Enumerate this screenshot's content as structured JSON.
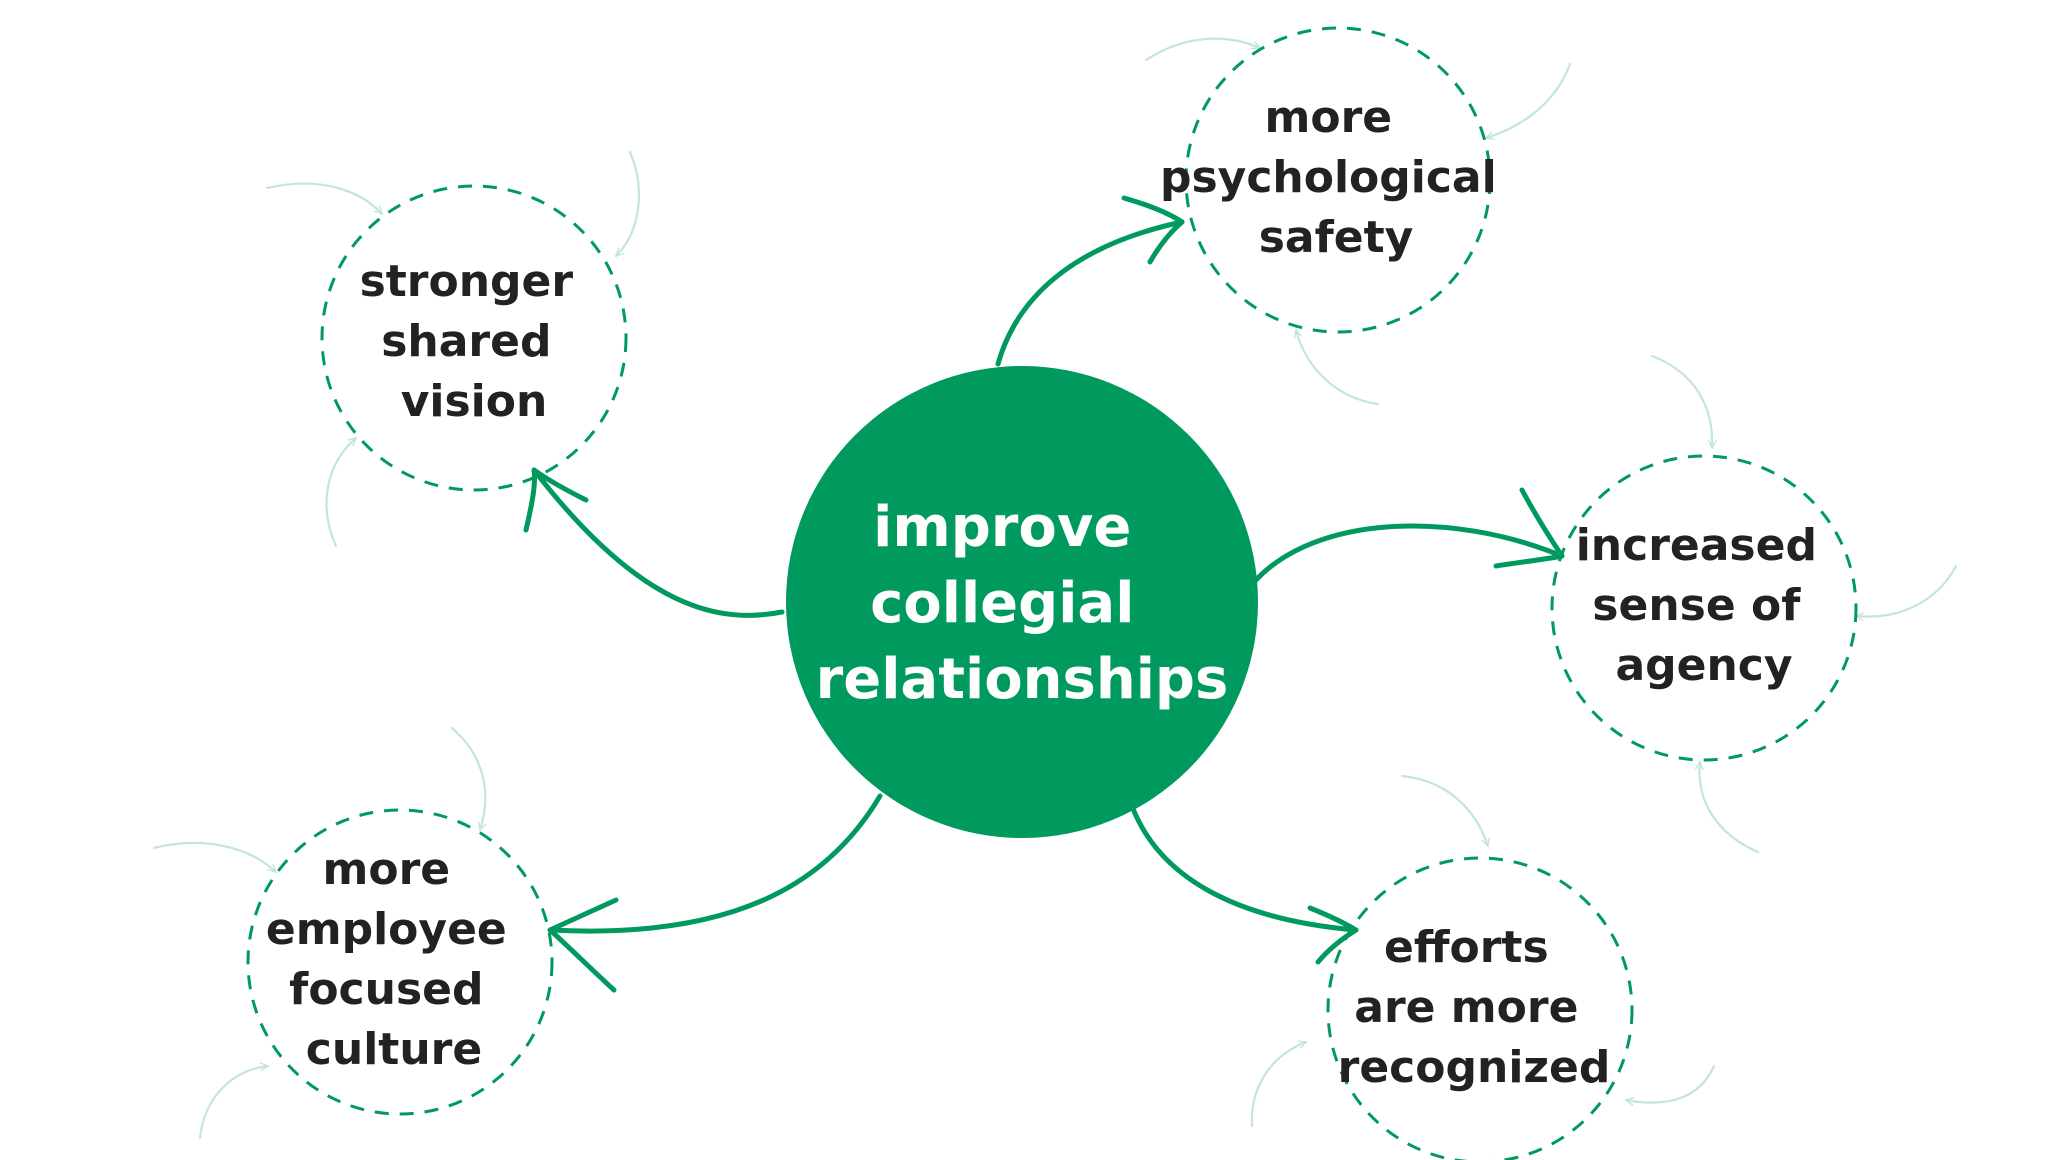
{
  "colors": {
    "primary": "#00995e",
    "swirl": "#c3e7d6",
    "node_text": "#222222",
    "center_text": "#ffffff"
  },
  "center": {
    "lines": [
      "improve",
      "collegial",
      "relationships"
    ]
  },
  "nodes": [
    {
      "id": "stronger-shared-vision",
      "lines": [
        "stronger",
        "shared",
        "vision"
      ]
    },
    {
      "id": "more-psychological-safety",
      "lines": [
        "more",
        "psychological",
        "safety"
      ]
    },
    {
      "id": "increased-sense-of-agency",
      "lines": [
        "increased",
        "sense of",
        "agency"
      ]
    },
    {
      "id": "efforts-are-more-recognized",
      "lines": [
        "efforts",
        "are more",
        "recognized"
      ]
    },
    {
      "id": "more-employee-focused-culture",
      "lines": [
        "more",
        "employee",
        "focused",
        "culture"
      ]
    }
  ]
}
